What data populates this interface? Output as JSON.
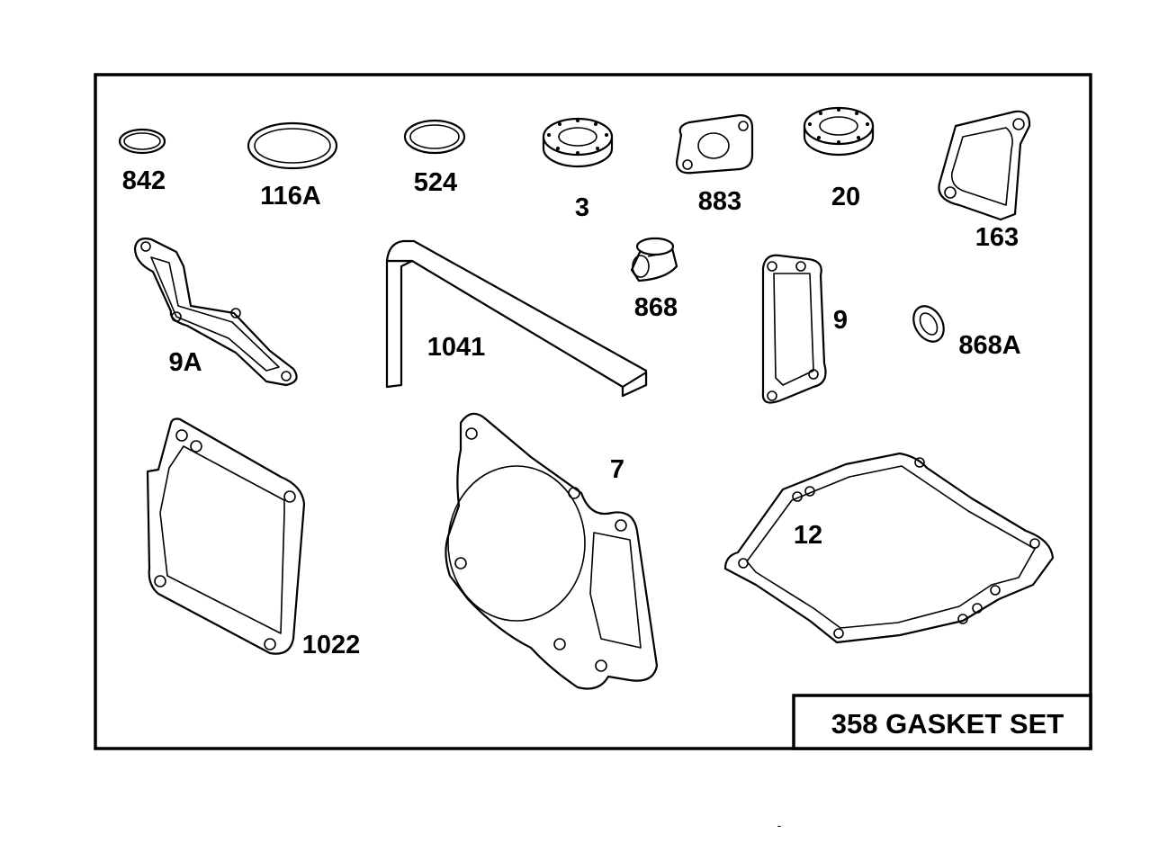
{
  "caption": "358 GASKET SET",
  "parts": [
    {
      "id": "p842",
      "label": "842"
    },
    {
      "id": "p116A",
      "label": "116A"
    },
    {
      "id": "p524",
      "label": "524"
    },
    {
      "id": "p3",
      "label": "3"
    },
    {
      "id": "p883",
      "label": "883"
    },
    {
      "id": "p20",
      "label": "20"
    },
    {
      "id": "p163",
      "label": "163"
    },
    {
      "id": "p9A",
      "label": "9A"
    },
    {
      "id": "p1041",
      "label": "1041"
    },
    {
      "id": "p868",
      "label": "868"
    },
    {
      "id": "p9",
      "label": "9"
    },
    {
      "id": "p868A",
      "label": "868A"
    },
    {
      "id": "p1022",
      "label": "1022"
    },
    {
      "id": "p7",
      "label": "7"
    },
    {
      "id": "p12",
      "label": "12"
    }
  ],
  "stray_mark": "-"
}
